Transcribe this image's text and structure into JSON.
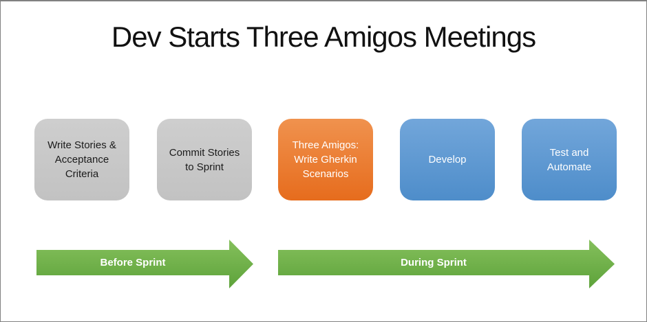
{
  "title": "Dev Starts Three Amigos Meetings",
  "boxes": [
    {
      "label": "Write Stories & Acceptance Criteria",
      "color_name": "gray"
    },
    {
      "label": "Commit Stories to Sprint",
      "color_name": "gray"
    },
    {
      "label": "Three Amigos: Write Gherkin Scenarios",
      "color_name": "orange"
    },
    {
      "label": "Develop",
      "color_name": "blue"
    },
    {
      "label": "Test and Automate",
      "color_name": "blue"
    }
  ],
  "arrows": [
    {
      "label": "Before Sprint"
    },
    {
      "label": "During Sprint"
    }
  ],
  "colors": {
    "gray_top": "#cecece",
    "gray_bottom": "#c2c2c2",
    "orange_top": "#f0924e",
    "orange_bottom": "#e66c1d",
    "blue_top": "#72a6da",
    "blue_bottom": "#4e8dca",
    "green_top": "#85c05c",
    "green_bottom": "#5da23a",
    "border": "#808080",
    "background": "#ffffff"
  }
}
